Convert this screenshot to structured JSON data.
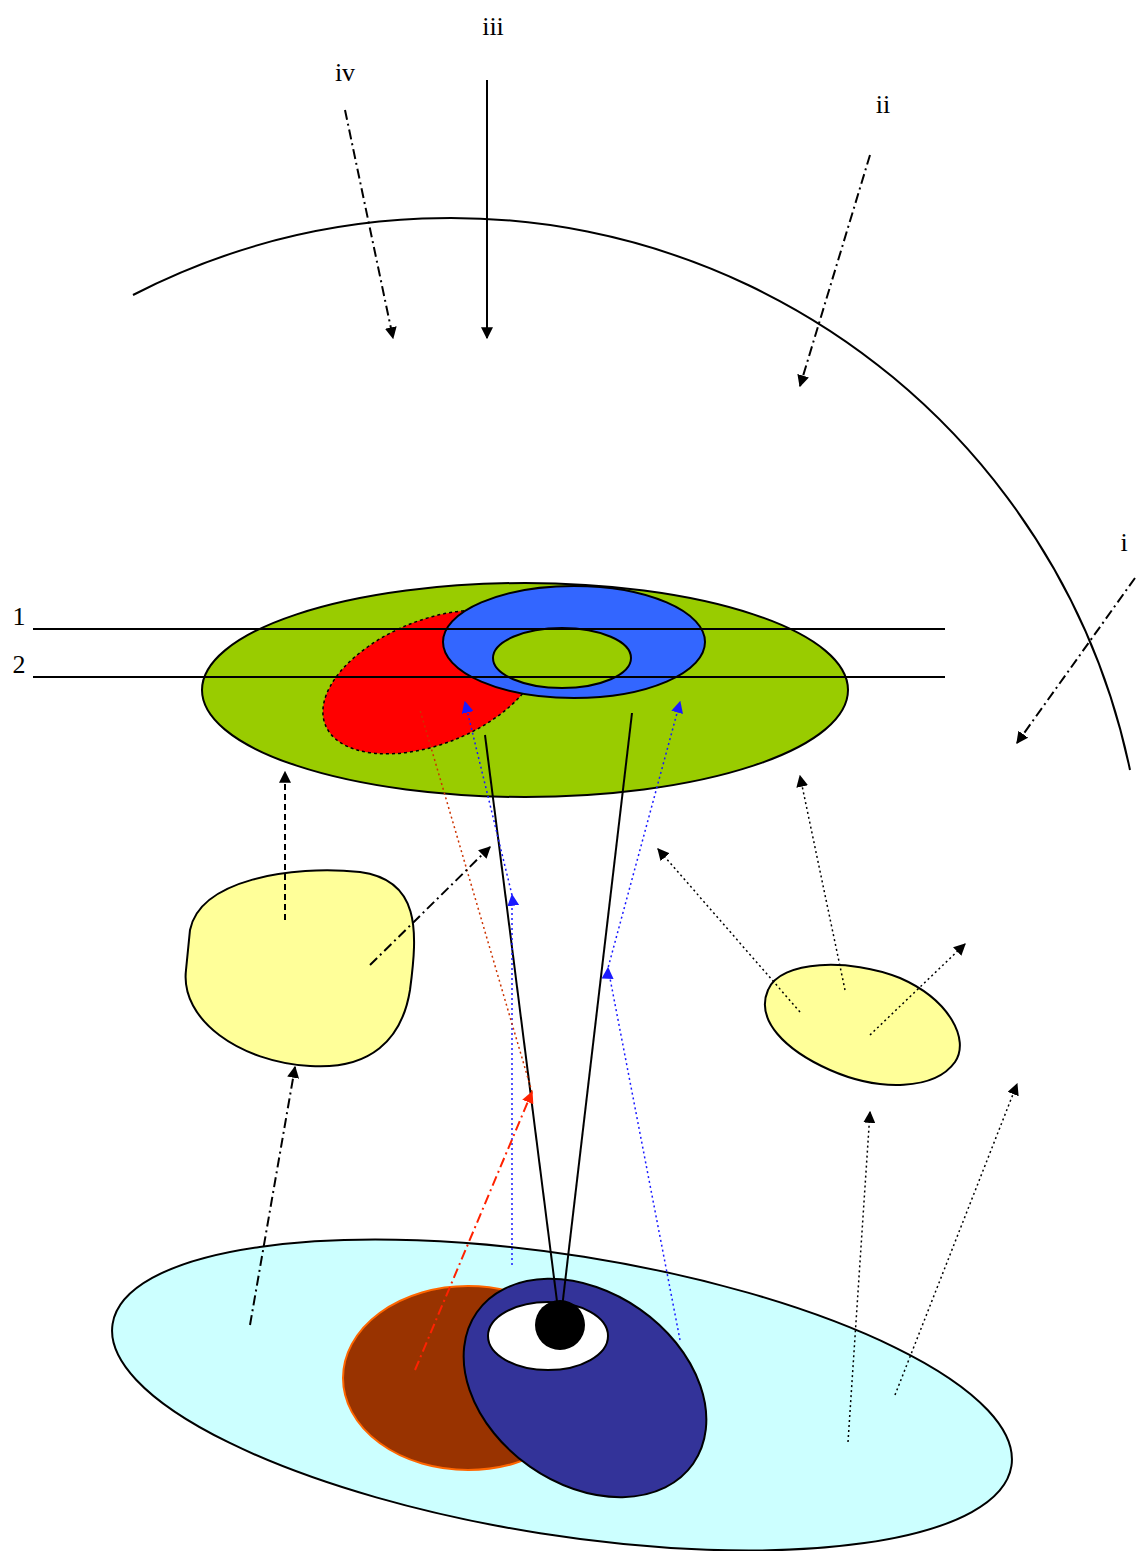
{
  "diagram": {
    "labels": [
      "iv",
      "iii",
      "ii",
      "i",
      "1",
      "2"
    ]
  }
}
